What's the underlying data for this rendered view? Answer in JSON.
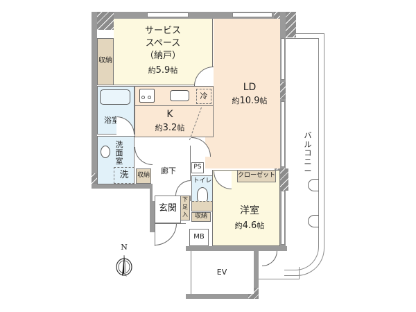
{
  "floor_plan": {
    "rooms": {
      "service_space": {
        "name_line1": "サービス",
        "name_line2": "スペース",
        "name_line3": "（納戸）",
        "area_prefix": "約",
        "area_value": "5.9",
        "area_unit": "帖"
      },
      "ld": {
        "name": "LD",
        "area_prefix": "約",
        "area_value": "10.9",
        "area_unit": "帖"
      },
      "kitchen": {
        "name": "K",
        "area_prefix": "約",
        "area_value": "3.2",
        "area_unit": "帖"
      },
      "western_room": {
        "name": "洋室",
        "area_prefix": "約",
        "area_value": "4.6",
        "area_unit": "帖"
      },
      "bathroom": {
        "name": "浴室"
      },
      "washroom": {
        "name_line1": "洗",
        "name_line2": "面",
        "name_line3": "室"
      },
      "laundry": {
        "name": "洗"
      },
      "hallway": {
        "name": "廊下"
      },
      "entrance": {
        "name": "玄関"
      },
      "toilet": {
        "name": "トイレ"
      },
      "shoe_storage": {
        "name_line1": "下",
        "name_line2": "足",
        "name_line3": "入"
      },
      "ps": {
        "name": "PS"
      },
      "mb": {
        "name": "MB"
      },
      "ev": {
        "name": "EV"
      },
      "balcony": {
        "name": "バルコニー"
      }
    },
    "storage": {
      "service_closet": "収納",
      "wash_closet": "収納",
      "toilet_closet": "収納",
      "closet": "クローゼット",
      "fridge": "冷"
    },
    "compass": {
      "label": "N"
    }
  }
}
